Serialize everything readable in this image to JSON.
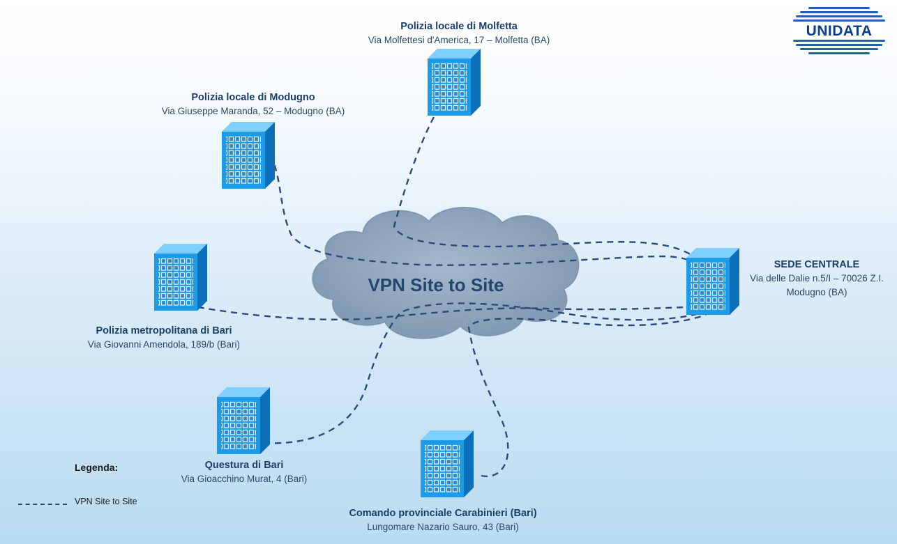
{
  "logo": {
    "text": "UNIDATA",
    "color": "#0b3c8f"
  },
  "cloud": {
    "label": "VPN Site to Site",
    "color": "#8ea5bd"
  },
  "colors": {
    "building": "#1e9be6",
    "link": "#2c4a78"
  },
  "sites": {
    "molfetta": {
      "title": "Polizia locale di Molfetta",
      "address": "Via Molfettesi d'America, 17 – Molfetta (BA)"
    },
    "modugno": {
      "title": "Polizia locale di Modugno",
      "address": "Via Giuseppe Maranda, 52 – Modugno (BA)"
    },
    "bari_metro": {
      "title": "Polizia metropolitana di Bari",
      "address": "Via Giovanni Amendola, 189/b (Bari)"
    },
    "questura": {
      "title": "Questura di Bari",
      "address": "Via Gioacchino Murat, 4 (Bari)"
    },
    "carabinieri": {
      "title": "Comando provinciale Carabinieri (Bari)",
      "address": "Lungomare Nazario Sauro, 43 (Bari)"
    },
    "sede": {
      "title": "SEDE CENTRALE",
      "address_line1": "Via delle Dalie n.5/I – 70026 Z.I.",
      "address_line2": "Modugno (BA)"
    }
  },
  "legend": {
    "title": "Legenda:",
    "item": "VPN Site to Site"
  }
}
